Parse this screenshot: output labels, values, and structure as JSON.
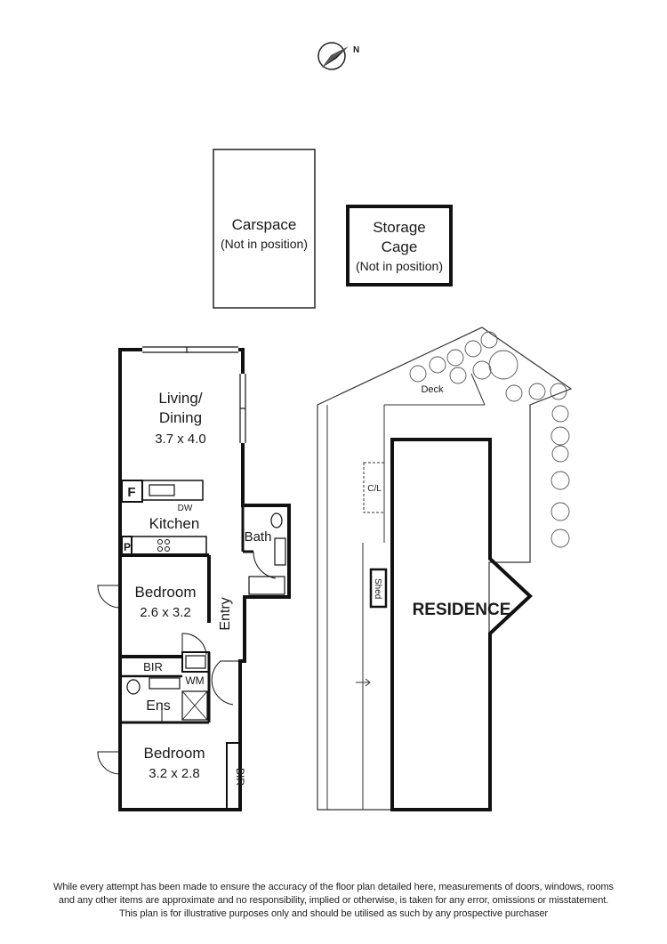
{
  "compass": {
    "label": "N"
  },
  "carspace": {
    "title": "Carspace",
    "note": "(Not in position)"
  },
  "storage": {
    "title_line1": "Storage",
    "title_line2": "Cage",
    "note": "(Not in position)"
  },
  "rooms": {
    "living": {
      "name_line1": "Living/",
      "name_line2": "Dining",
      "size": "3.7 x 4.0"
    },
    "fridge": "F",
    "dishwasher": "DW",
    "kitchen": "Kitchen",
    "pantry": "P",
    "bath": "Bath",
    "bedroom1": {
      "name": "Bedroom",
      "size": "2.6 x 3.2"
    },
    "entry": "Entry",
    "bir1": "BIR",
    "wm": "WM",
    "ensuite": "Ens",
    "bedroom2": {
      "name": "Bedroom",
      "size": "3.2 x 2.8"
    },
    "bir2": "BIR"
  },
  "site": {
    "deck": "Deck",
    "cl": "C/L",
    "shed": "Shed",
    "residence": "RESIDENCE"
  },
  "disclaimer": {
    "line1": "While every attempt has been made to ensure the accuracy of the floor plan detailed here, measurements of doors, windows, rooms",
    "line2": "and any other items are approximate and no responsibility, implied or otherwise, is taken for any error, omissions or misstatement.",
    "line3": "This plan is for illustrative purposes only and should be utilised as such by any prospective purchaser"
  }
}
